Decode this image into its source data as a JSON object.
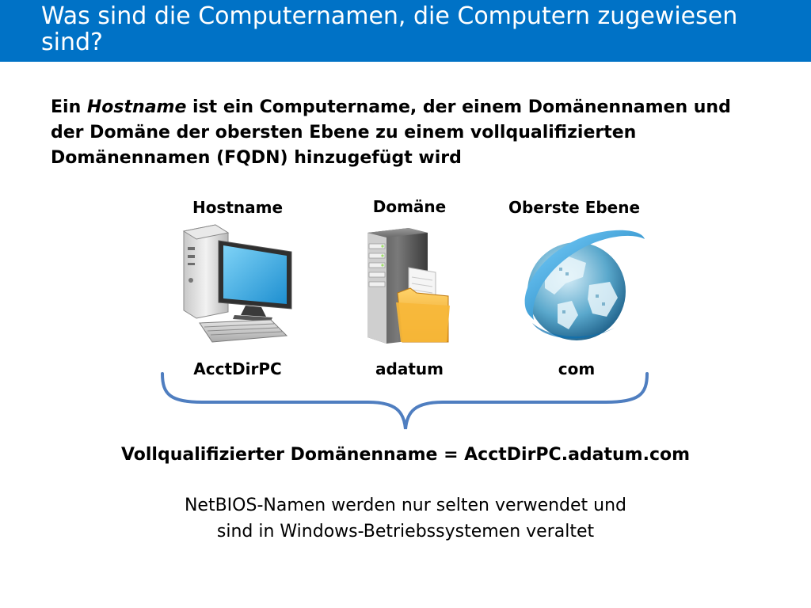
{
  "slide": {
    "title": "Was sind die Computernamen, die Computern zugewiesen sind?",
    "intro": {
      "before": "Ein ",
      "emphasis": "Hostname",
      "after": " ist ein Computername, der einem Domänennamen und der Domäne der obersten Ebene zu einem vollqualifizierten Domänennamen (FQDN) hinzugefügt wird"
    },
    "columns": [
      {
        "label": "Hostname",
        "value": "AcctDirPC",
        "icon": "desktop-computer-icon"
      },
      {
        "label": "Domäne",
        "value": "adatum",
        "icon": "server-folder-icon"
      },
      {
        "label": "Oberste Ebene",
        "value": "com",
        "icon": "globe-icon"
      }
    ],
    "fqdn": "Vollqualifizierter Domänenname = AcctDirPC.adatum.com",
    "netbios_line1": "NetBIOS-Namen werden nur selten verwendet und",
    "netbios_line2": "sind in Windows-Betriebssystemen veraltet"
  },
  "colors": {
    "title_bar": "#0072c6",
    "brace": "#4f7ec0"
  }
}
